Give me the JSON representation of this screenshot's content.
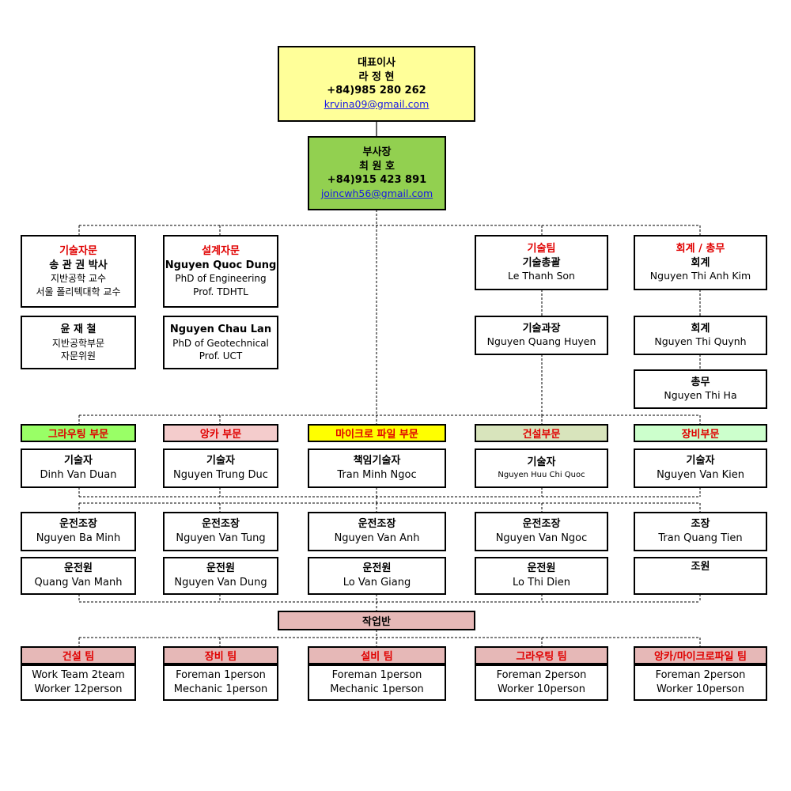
{
  "ceo": {
    "title": "대표이사",
    "name": "라 정 현",
    "phone": "+84)985 280 262",
    "email": "krvina09@gmail.com"
  },
  "vp": {
    "title": "부사장",
    "name": "최 원 호",
    "phone": "+84)915 423 891",
    "email": "joincwh56@gmail.com"
  },
  "tech_advisory": {
    "header": "기술자문",
    "p1_name": "송 관 권 박사",
    "p1_l1": "지반공학 교수",
    "p1_l2": "서울 폴리텍대학 교수",
    "p2_name": "윤 재 철",
    "p2_l1": "지반공학부문",
    "p2_l2": "자문위원"
  },
  "design_advisory": {
    "header": "설계자문",
    "p1_name": "Nguyen Quoc Dung",
    "p1_l1": "PhD of Engineering",
    "p1_l2": "Prof. TDHTL",
    "p2_name": "Nguyen Chau Lan",
    "p2_l1": "PhD of Geotechnical",
    "p2_l2": "Prof. UCT"
  },
  "tech_team": {
    "header": "기술팀",
    "p1_title": "기술총괄",
    "p1_name": "Le Thanh Son",
    "p2_title": "기술과장",
    "p2_name": "Nguyen Quang Huyen"
  },
  "accounting": {
    "header": "회계 / 총무",
    "p1_title": "회계",
    "p1_name": "Nguyen Thi Anh Kim",
    "p2_title": "회계",
    "p2_name": "Nguyen Thi Quynh",
    "p3_title": "총무",
    "p3_name": "Nguyen Thi Ha"
  },
  "divisions": [
    {
      "name": "그라우팅 부문",
      "color": "#99ff66",
      "lead_title": "기술자",
      "lead_name": "Dinh Van Duan",
      "foreman_title": "운전조장",
      "foreman_name": "Nguyen Ba Minh",
      "op_title": "운전원",
      "op_name": "Quang Van Manh"
    },
    {
      "name": "앙카 부문",
      "color": "#f4cccc",
      "lead_title": "기술자",
      "lead_name": "Nguyen Trung Duc",
      "foreman_title": "운전조장",
      "foreman_name": "Nguyen Van Tung",
      "op_title": "운전원",
      "op_name": "Nguyen Van Dung"
    },
    {
      "name": "마이크로 파일 부문",
      "color": "#ffff00",
      "lead_title": "책임기술자",
      "lead_name": "Tran Minh Ngoc",
      "foreman_title": "운전조장",
      "foreman_name": "Nguyen Van Anh",
      "op_title": "운전원",
      "op_name": "Lo Van Giang"
    },
    {
      "name": "건설부문",
      "color": "#d8e4bc",
      "lead_title": "기술자",
      "lead_name": "Nguyen Huu Chi Quoc",
      "foreman_title": "운전조장",
      "foreman_name": "Nguyen Van Ngoc",
      "op_title": "운전원",
      "op_name": "Lo Thi Dien"
    },
    {
      "name": "장비부문",
      "color": "#ccffcc",
      "lead_title": "기술자",
      "lead_name": "Nguyen Van Kien",
      "foreman_title": "조장",
      "foreman_name": "Tran Quang Tien",
      "op_title": "조원",
      "op_name": ""
    }
  ],
  "work_group": {
    "title": "작업반"
  },
  "teams": [
    {
      "name": "건설 팀",
      "l1": "Work Team 2team",
      "l2": "Worker 12person"
    },
    {
      "name": "장비 팀",
      "l1": "Foreman 1person",
      "l2": "Mechanic 1person"
    },
    {
      "name": "설비 팀",
      "l1": "Foreman 1person",
      "l2": "Mechanic 1person"
    },
    {
      "name": "그라우팅 팀",
      "l1": "Foreman 2person",
      "l2": "Worker 10person"
    },
    {
      "name": "앙카/마이크로파일 팀",
      "l1": "Foreman 2person",
      "l2": "Worker 10person"
    }
  ],
  "colors": {
    "ceo_bg": "#ffff99",
    "vp_bg": "#92d050",
    "team_header_bg": "#e6b8b7",
    "work_group_bg": "#e6b8b7",
    "header_text": "#e00000"
  }
}
